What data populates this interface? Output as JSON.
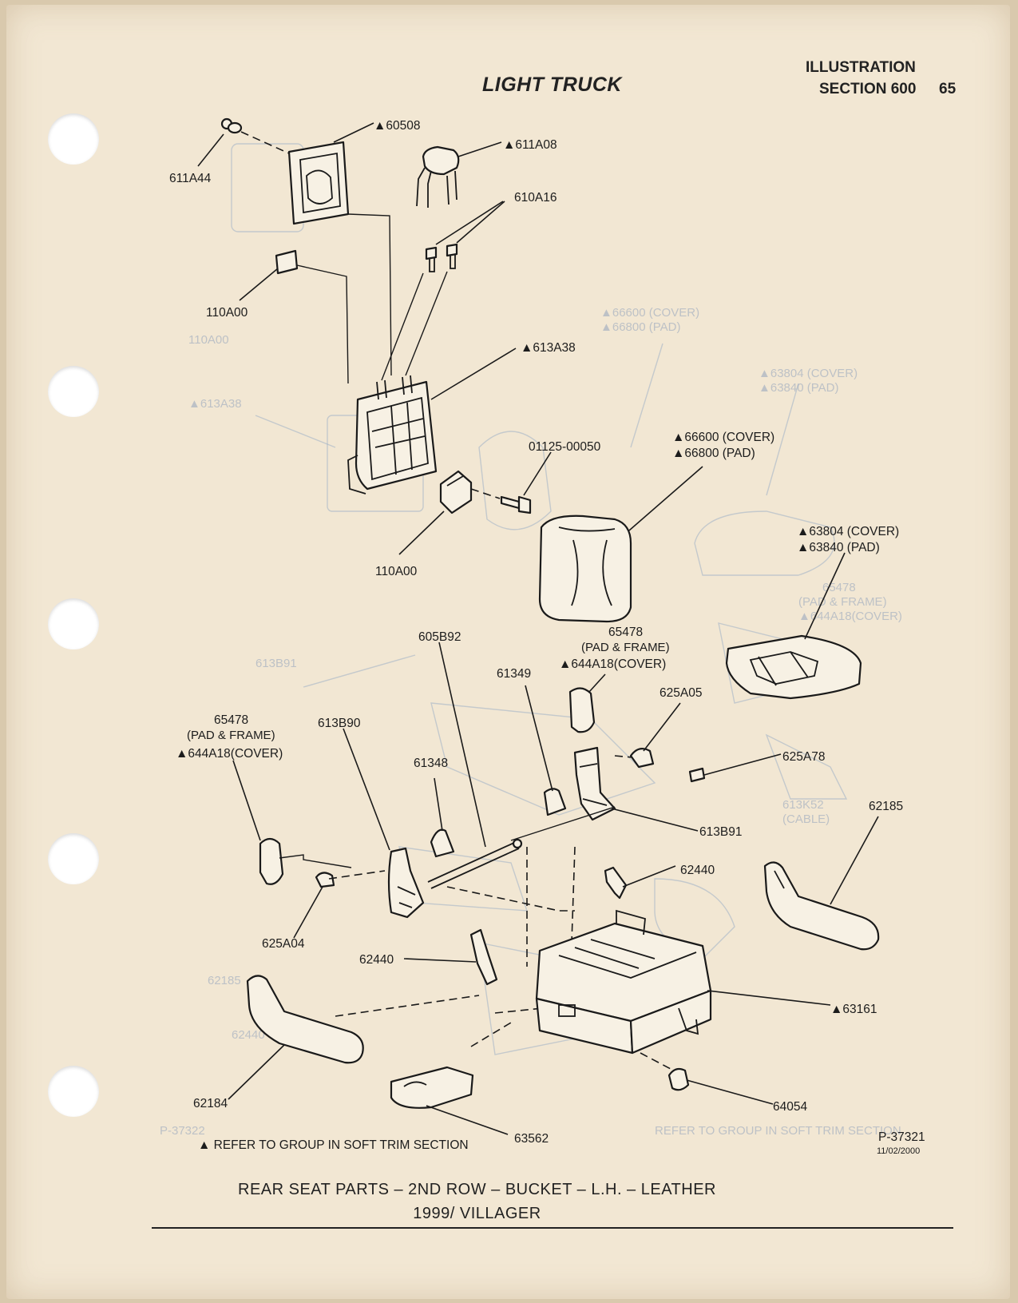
{
  "header": {
    "title": "LIGHT TRUCK",
    "illustration": "ILLUSTRATION",
    "section": "SECTION 600",
    "page_number": "65"
  },
  "labels": {
    "l60508": "▲60508",
    "l611A08": "▲611A08",
    "l611A44": "611A44",
    "l610A16": "610A16",
    "l110A00_top": "110A00",
    "l613A38": "▲613A38",
    "l01125": "01125-00050",
    "l66600": "▲66600 (COVER)",
    "l66800": "▲66800 (PAD)",
    "l110A00_mid": "110A00",
    "l63804": "▲63804 (COVER)",
    "l63840": "▲63840 (PAD)",
    "l65478_r": "65478",
    "l65478_r_sub": "(PAD & FRAME)",
    "l644A18_r": "▲644A18(COVER)",
    "l605B92": "605B92",
    "l61349": "61349",
    "l625A05": "625A05",
    "l65478_l": "65478",
    "l65478_l_sub": "(PAD & FRAME)",
    "l644A18_l": "▲644A18(COVER)",
    "l613B90": "613B90",
    "l61348": "61348",
    "l625A78": "625A78",
    "l62185": "62185",
    "l613B91": "613B91",
    "l62440_r": "62440",
    "l625A04": "625A04",
    "l62440_l": "62440",
    "l63161": "▲63161",
    "l62184": "62184",
    "l64054": "64054",
    "l63562": "63562"
  },
  "footer": {
    "note": "▲ REFER TO GROUP IN SOFT TRIM SECTION",
    "code": "P-37321",
    "date": "11/02/2000",
    "caption_line1": "REAR SEAT PARTS – 2ND ROW – BUCKET – L.H. – LEATHER",
    "caption_line2": "1999/ VILLAGER"
  },
  "colors": {
    "paper": "#f2e7d3",
    "background": "#d9c9ad",
    "ink": "#1a1a1a",
    "bleed_through": "#9fb0c6"
  }
}
